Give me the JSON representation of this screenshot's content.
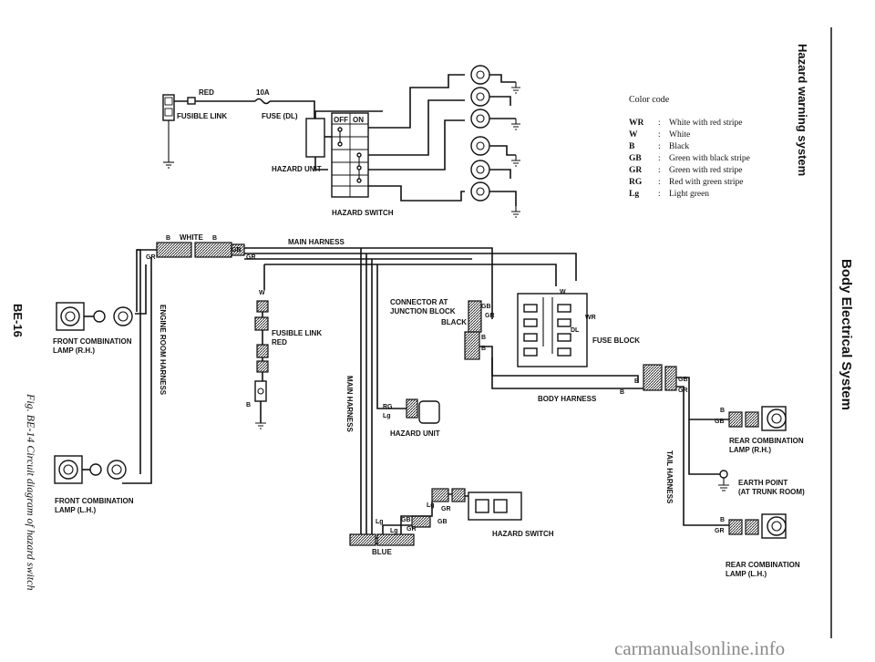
{
  "page": {
    "side_title": "Hazard warning system",
    "section_title": "Body Electrical System",
    "page_number": "BE-16",
    "figure_caption": "Fig. BE-14 Circuit diagram of hazard switch",
    "watermark": "carmanualsonline.info"
  },
  "legend": {
    "title": "Color code",
    "items": [
      {
        "code": "WR",
        "sep": ":",
        "desc": "White with red stripe"
      },
      {
        "code": "W",
        "sep": ":",
        "desc": "White"
      },
      {
        "code": "B",
        "sep": ":",
        "desc": "Black"
      },
      {
        "code": "GB",
        "sep": ":",
        "desc": "Green with black stripe"
      },
      {
        "code": "GR",
        "sep": ":",
        "desc": "Green with red stripe"
      },
      {
        "code": "RG",
        "sep": ":",
        "desc": "Red with green stripe"
      },
      {
        "code": "Lg",
        "sep": ":",
        "desc": "Light green"
      }
    ]
  },
  "schematic": {
    "red": "RED",
    "fuse_rating": "10A",
    "fusible_link": "FUSIBLE LINK",
    "fuse_dl": "FUSE (DL)",
    "hazard_unit": "HAZARD UNIT",
    "hazard_switch": "HAZARD SWITCH",
    "off": "OFF",
    "on": "ON"
  },
  "wiring": {
    "white": "WHITE",
    "b": "B",
    "gb": "GB",
    "gr": "GR",
    "w": "W",
    "wr": "WR",
    "rg": "RG",
    "lg": "Lg",
    "dl": "DL",
    "main_harness": "MAIN HARNESS",
    "engine_room_harness": "ENGINE ROOM HARNESS",
    "main_harness_vertical": "MAIN HARNESS",
    "fusible_link": "FUSIBLE LINK",
    "fusible_link_color": "RED",
    "connector_at": "CONNECTOR AT",
    "junction_block": "JUNCTION BLOCK",
    "black": "BLACK",
    "fuse_block": "FUSE BLOCK",
    "body_harness": "BODY HARNESS",
    "tail_harness": "TAIL HARNESS",
    "hazard_unit": "HAZARD UNIT",
    "hazard_switch": "HAZARD SWITCH",
    "blue": "BLUE",
    "front_lamp_rh_1": "FRONT COMBINATION",
    "front_lamp_rh_2": "LAMP (R.H.)",
    "front_lamp_lh_1": "FRONT COMBINATION",
    "front_lamp_lh_2": "LAMP (L.H.)",
    "rear_lamp_rh_1": "REAR COMBINATION",
    "rear_lamp_rh_2": "LAMP (R.H.)",
    "rear_lamp_lh_1": "REAR COMBINATION",
    "rear_lamp_lh_2": "LAMP (L.H.)",
    "earth_point_1": "EARTH POINT",
    "earth_point_2": "(AT TRUNK ROOM)"
  }
}
